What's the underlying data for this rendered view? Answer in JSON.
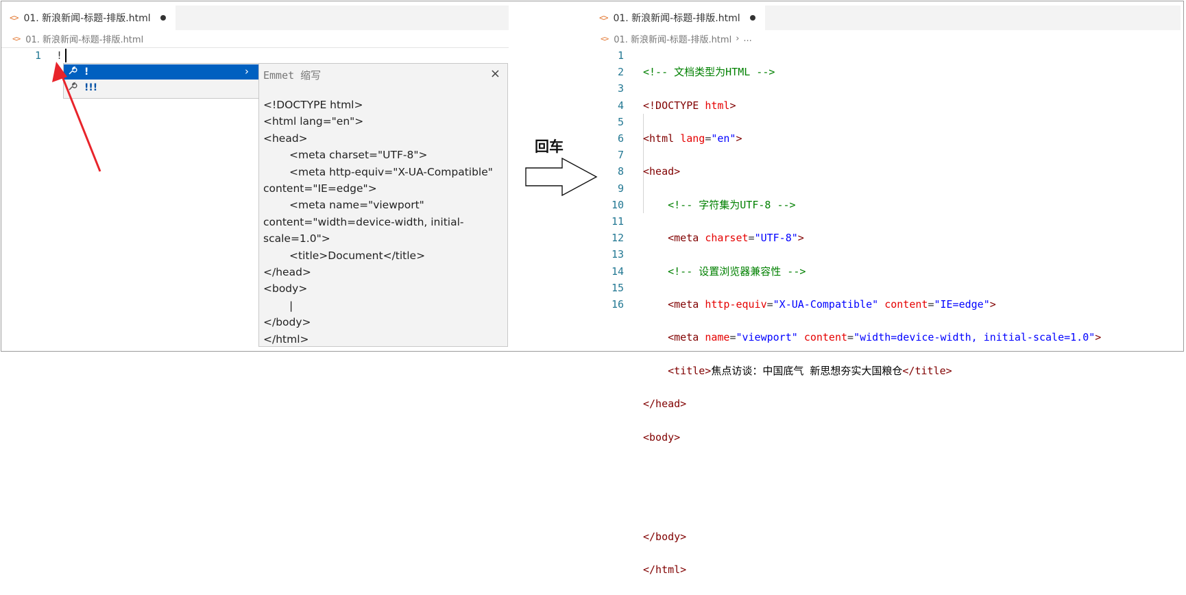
{
  "left_editor": {
    "tab_label": "01. 新浪新闻-标题-排版.html",
    "breadcrumb": "01. 新浪新闻-标题-排版.html",
    "line_number": "1",
    "typed_text": "!",
    "suggestions": [
      "!",
      "!!!"
    ],
    "details_title": "Emmet 缩写",
    "details_close": "×",
    "details_lines": [
      "<!DOCTYPE html>",
      "<html lang=\"en\">",
      "<head>",
      "<meta charset=\"UTF-8\">",
      "<meta http-equiv=\"X-UA-Compatible\"",
      "content=\"IE=edge\">",
      "<meta name=\"viewport\"",
      "content=\"width=device-width, initial-",
      "scale=1.0\">",
      "<title>Document</title>",
      "</head>",
      "<body>",
      "|",
      "</body>",
      "</html>"
    ]
  },
  "transition_label": "回车",
  "right_editor": {
    "tab_label": "01. 新浪新闻-标题-排版.html",
    "breadcrumb": "01. 新浪新闻-标题-排版.html",
    "breadcrumb_more": "...",
    "line_numbers": [
      "1",
      "2",
      "3",
      "4",
      "5",
      "6",
      "7",
      "8",
      "9",
      "10",
      "11",
      "12",
      "13",
      "14",
      "15",
      "16"
    ],
    "code": {
      "l1_comment": "<!-- 文档类型为HTML -->",
      "l2_open": "<!DOCTYPE",
      "l2_attr": "html",
      "l2_close": ">",
      "l3_open": "<html",
      "l3_attr": "lang",
      "l3_val": "\"en\"",
      "l4": "<head>",
      "l5_comment": "<!-- 字符集为UTF-8 -->",
      "l6_open": "<meta",
      "l6_attr": "charset",
      "l6_val": "\"UTF-8\"",
      "l7_comment": "<!-- 设置浏览器兼容性 -->",
      "l8_open": "<meta",
      "l8_attr1": "http-equiv",
      "l8_val1": "\"X-UA-Compatible\"",
      "l8_attr2": "content",
      "l8_val2": "\"IE=edge\"",
      "l9_open": "<meta",
      "l9_attr1": "name",
      "l9_val1": "\"viewport\"",
      "l9_attr2": "content",
      "l9_val2": "\"width=device-width, initial-scale=1.0\"",
      "l10_open": "<title>",
      "l10_text": "焦点访谈：中国底气 新思想夯实大国粮仓",
      "l10_close": "</title>",
      "l11": "</head>",
      "l12": "<body>",
      "l15": "</body>",
      "l16": "</html>"
    }
  },
  "colors": {
    "comment": "#008000",
    "tag": "#800000",
    "attribute": "#e50000",
    "string": "#0000ff",
    "selection": "#0060c0",
    "annotation_arrow": "#e8242b"
  },
  "icons": [
    "code-file-icon",
    "modified-dot-icon",
    "wrench-icon",
    "chevron-right-icon",
    "close-icon",
    "arrow-right-icon"
  ]
}
